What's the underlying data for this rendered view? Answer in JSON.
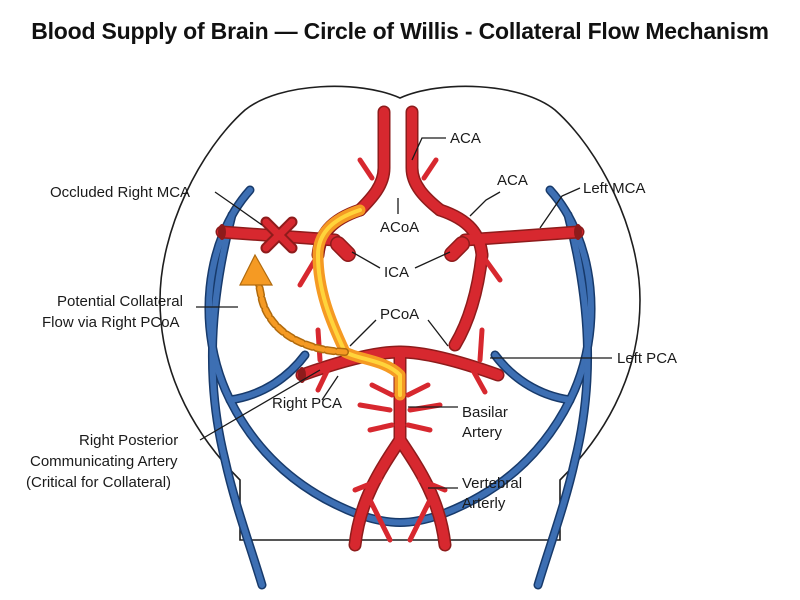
{
  "title": "Blood Supply of Brain — Circle of Willis - Collateral Flow Mechanism",
  "colors": {
    "artery": "#d7282f",
    "artery_dark": "#8e1b1b",
    "vein": "#3d6fb3",
    "vein_dark": "#173a6b",
    "collateral": "#f59a23",
    "collateral_light": "#ffd43b",
    "occlusion": "#d7282f"
  },
  "labels": {
    "aca_top": "ACA",
    "aca_right": "ACA",
    "left_mca": "Left MCA",
    "occluded_right_mca": "Occluded Right MCA",
    "acoa": "ACoA",
    "ica": "ICA",
    "collateral_line1": "Potential Collateral",
    "collateral_line2": "Flow via Right PCoA",
    "pcoa": "PCoA",
    "left_pca": "Left PCA",
    "right_pca": "Right PCA",
    "basilar_line1": "Basilar",
    "basilar_line2": "Artery",
    "rpcoa_line1": "Right Posterior",
    "rpcoa_line2": "Communicating Artery",
    "rpcoa_line3": "(Critical for Collateral)",
    "vertebral_line1": "Vertebral",
    "vertebral_line2": "Arterly"
  }
}
